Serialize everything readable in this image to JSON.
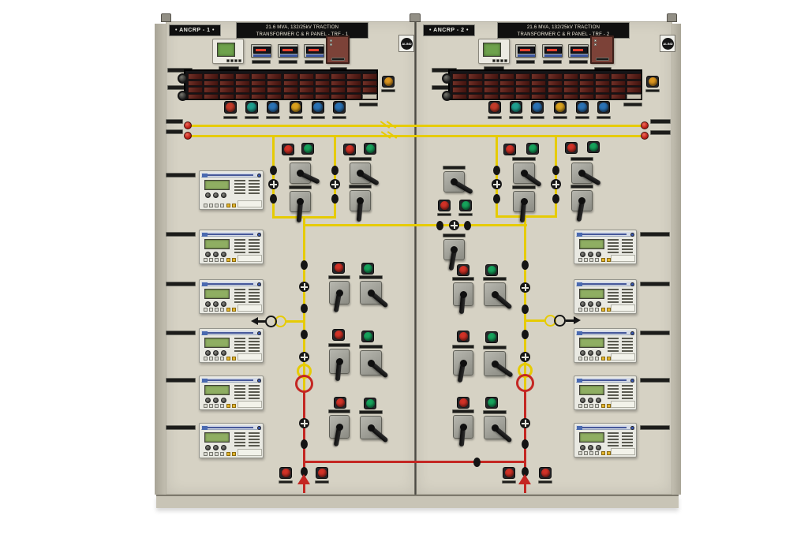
{
  "scene": {
    "background": "#ffffff",
    "panel_color": "#d6d2c4",
    "plinth_color": "#c8c4b6"
  },
  "panels": [
    {
      "tag": "• ANCRP - 1 •",
      "title_line1": "21.6 MVA, 132/25kV TRACTION",
      "title_line2": "TRANSFORMER C & R PANEL - TRF - 1",
      "logo": "ALIND"
    },
    {
      "tag": "• ANCRP - 2 •",
      "title_line1": "21.6 MVA, 132/25kV TRACTION",
      "title_line2": "TRANSFORMER C & R PANEL - TRF - 2",
      "logo": "ALIND"
    }
  ],
  "annunciator": {
    "rows": 4,
    "cols": 12,
    "window_color": "#5c211d",
    "lit_text_color": "#c45e48"
  },
  "pushbuttons": {
    "colors": [
      "#c23b2a",
      "#1f9e8e",
      "#2b72b4",
      "#d8a01e",
      "#2b72b4",
      "#2b72b4"
    ]
  },
  "mimic": {
    "bus_color": "#e6cb04",
    "feeder_color": "#c42723",
    "indicator_red": "#d23227",
    "indicator_green": "#17a35c",
    "indicator_amber": "#dd9720"
  },
  "equipment": {
    "left_panel_relays": 6,
    "right_panel_relays": 5,
    "digital_meters_per_panel": 3,
    "energy_meters_per_panel": 1,
    "recorders_per_panel": 1,
    "annunciator_pushbuttons_per_panel": 6
  }
}
